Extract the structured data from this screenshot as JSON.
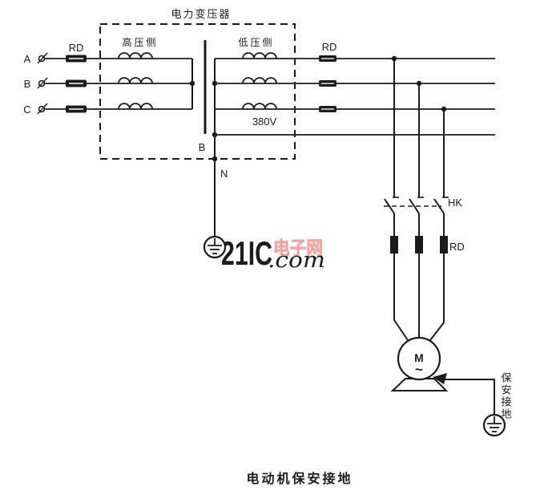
{
  "diagram": {
    "caption": "电动机保安接地",
    "transformer_label": "电力变压器",
    "hv_side_label": "高压侧",
    "lv_side_label": "低压侧",
    "voltage_label": "380V",
    "star_point_label": "B",
    "neutral_label": "N",
    "phase_a": "A",
    "phase_b": "B",
    "phase_c": "C",
    "fuse_left_label": "RD",
    "fuse_right_label": "RD",
    "fuse_motor_label": "RD",
    "switch_label": "HK",
    "motor_letter": "M",
    "motor_wave": "~",
    "protective_ground_label": "保安接地"
  },
  "watermark": {
    "brand": "21IC",
    "site_name": "电子网",
    "domain": ".com",
    "brand_color": "#f0a8a8",
    "domain_color": "#c4bcd9"
  },
  "colors": {
    "ink": "#1b1b1b",
    "background": "#ffffff"
  }
}
